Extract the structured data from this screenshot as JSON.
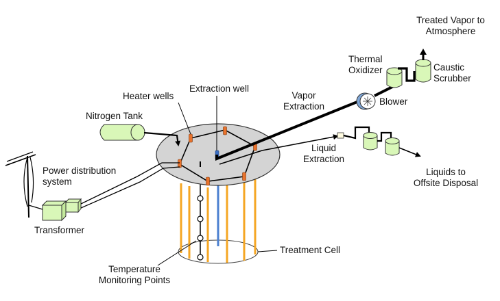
{
  "labels": {
    "treated_vapor": [
      "Treated Vapor to",
      "Atmosphere"
    ],
    "thermal_oxidizer": [
      "Thermal",
      "Oxidizer"
    ],
    "caustic_scrubber": [
      "Caustic",
      "Scrubber"
    ],
    "vapor_extraction": [
      "Vapor",
      "Extraction"
    ],
    "blower": "Blower",
    "heater_wells": "Heater wells",
    "extraction_well": "Extraction well",
    "nitrogen_tank": "Nitrogen Tank",
    "power_distribution": [
      "Power distribution",
      "system"
    ],
    "liquid_extraction": [
      "Liquid",
      "Extraction"
    ],
    "liquids_disposal": [
      "Liquids to",
      "Offsite Disposal"
    ],
    "transformer": "Transformer",
    "treatment_cell": "Treatment Cell",
    "temperature_points": [
      "Temperature",
      "Monitoring Points"
    ]
  },
  "colors": {
    "heater_well": "#e8722c",
    "heater_rod": "#f5a623",
    "extraction_well": "#3b6fc4",
    "extraction_rod": "#4a7fd0",
    "cell_top": "#d4d4d4",
    "vessel": "#d9f7b8",
    "blower_blue": "#7fa6d6"
  }
}
